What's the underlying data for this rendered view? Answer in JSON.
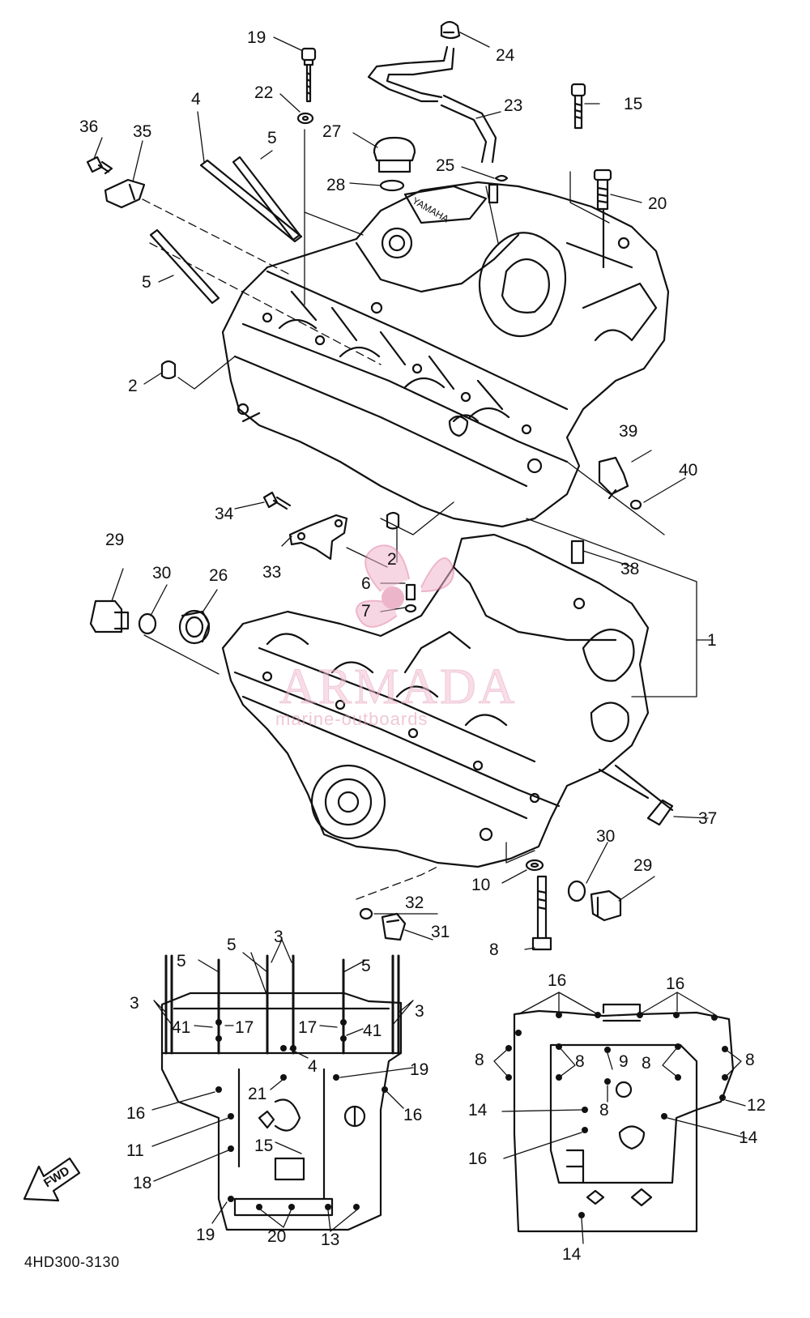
{
  "diagram_code": "4HD300-3130",
  "fwd_label": "FWD",
  "watermark": {
    "title": "ARMADA",
    "subtitle": "marine-outboards"
  },
  "logo_text": "YAMAHA",
  "callout_labels": {
    "c1": "1",
    "c2a": "2",
    "c2b": "2",
    "c4": "4",
    "c5a": "5",
    "c5b": "5",
    "c6": "6",
    "c7": "7",
    "c8": "8",
    "c10": "10",
    "c15": "15",
    "c19": "19",
    "c20": "20",
    "c22": "22",
    "c23": "23",
    "c24": "24",
    "c25": "25",
    "c26": "26",
    "c27": "27",
    "c28": "28",
    "c29a": "29",
    "c29b": "29",
    "c30a": "30",
    "c30b": "30",
    "c31": "31",
    "c32": "32",
    "c33": "33",
    "c34": "34",
    "c35": "35",
    "c36": "36",
    "c37": "37",
    "c38": "38",
    "c39": "39",
    "c40": "40",
    "l3a": "3",
    "l3b": "3",
    "l3c": "3",
    "l5a": "5",
    "l5b": "5",
    "l5c": "5",
    "l41a": "41",
    "l17a": "17",
    "l17b": "17",
    "l41b": "41",
    "l4": "4",
    "l19a": "19",
    "l21": "21",
    "l16a": "16",
    "l16b": "16",
    "l11": "11",
    "l15": "15",
    "l18": "18",
    "l19b": "19",
    "l20": "20",
    "l13": "13",
    "r16a": "16",
    "r16b": "16",
    "r8a": "8",
    "r8b": "8",
    "r9": "9",
    "r8c": "8",
    "r8d": "8",
    "r8e": "8",
    "r12": "12",
    "r14a": "14",
    "r14b": "14",
    "r16c": "16",
    "r14c": "14"
  }
}
